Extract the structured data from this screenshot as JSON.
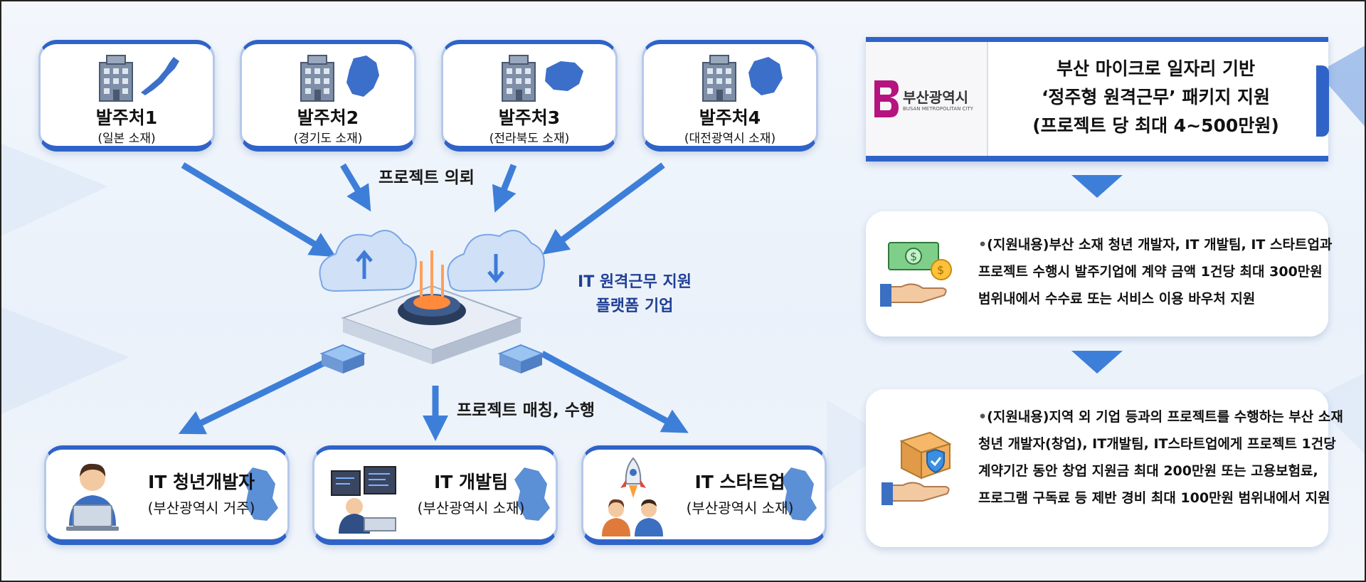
{
  "clients": [
    {
      "title": "발주처1",
      "location": "(일본 소재)"
    },
    {
      "title": "발주처2",
      "location": "(경기도 소재)"
    },
    {
      "title": "발주처3",
      "location": "(전라북도 소재)"
    },
    {
      "title": "발주처4",
      "location": "(대전광역시 소재)"
    }
  ],
  "flow": {
    "request_label": "프로젝트 의뢰",
    "matching_label": "프로젝트 매칭, 수행"
  },
  "platform": {
    "line1": "IT 원격근무 지원",
    "line2": "플랫폼 기업"
  },
  "developers": [
    {
      "title": "IT 청년개발자",
      "location": "(부산광역시 거주)"
    },
    {
      "title": "IT 개발팀",
      "location": "(부산광역시 소재)"
    },
    {
      "title": "IT 스타트업",
      "location": "(부산광역시 소재)"
    }
  ],
  "busan": {
    "logo_text": "부산광역시",
    "logo_sub": "BUSAN METROPOLITAN CITY",
    "title_line1": "부산 마이크로 일자리 기반",
    "title_line2": "‘정주형 원격근무’ 패키지 지원",
    "title_line3": "(프로젝트 당 최대 4~500만원)",
    "brand_color": "#b5137e"
  },
  "support": [
    {
      "icon": "money-hand-icon",
      "lines": [
        "(지원내용)부산 소재 청년 개발자, IT 개발팀, IT 스타트업과",
        "프로젝트 수행시 발주기업에 계약 금액 1건당 최대 300만원",
        "범위내에서 수수료 또는 서비스 이용 바우처 지원"
      ]
    },
    {
      "icon": "box-shield-hand-icon",
      "lines": [
        "(지원내용)지역 외 기업 등과의 프로젝트를 수행하는 부산 소재",
        "청년 개발자(창업), IT개발팀, IT스타트업에게 프로젝트 1건당",
        "계약기간 동안 창업 지원금 최대 200만원 또는 고용보험료,",
        "프로그램 구독료 등 제반 경비 최대 100만원 범위내에서 지원"
      ]
    }
  ],
  "colors": {
    "accent": "#2f63c8",
    "platform_text": "#1f3f95",
    "arrow": "#3d7fd8"
  }
}
